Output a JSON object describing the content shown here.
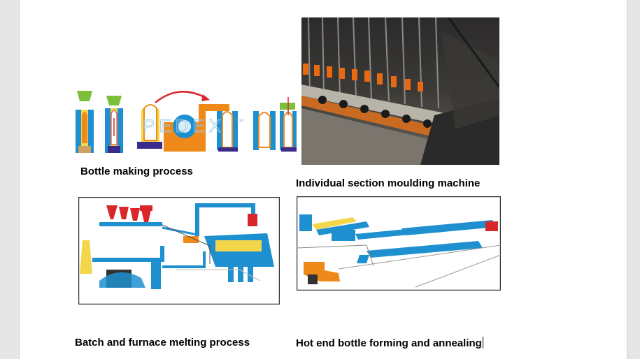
{
  "document": {
    "figures": [
      {
        "id": "bottle-making",
        "caption": "Bottle making process",
        "watermark": "PEDEX",
        "watermark_mark": "TM"
      },
      {
        "id": "is-machine",
        "caption": "Individual section moulding machine"
      },
      {
        "id": "batch-furnace",
        "caption": "Batch and furnace melting process"
      },
      {
        "id": "hot-end",
        "caption": "Hot end bottle forming and annealing"
      }
    ]
  },
  "colors": {
    "blue": "#1e90d0",
    "orange": "#ef8a1a",
    "yellow": "#f4d64a",
    "red": "#d8262a",
    "green": "#7dbf3a",
    "purple": "#3a2a8a"
  }
}
